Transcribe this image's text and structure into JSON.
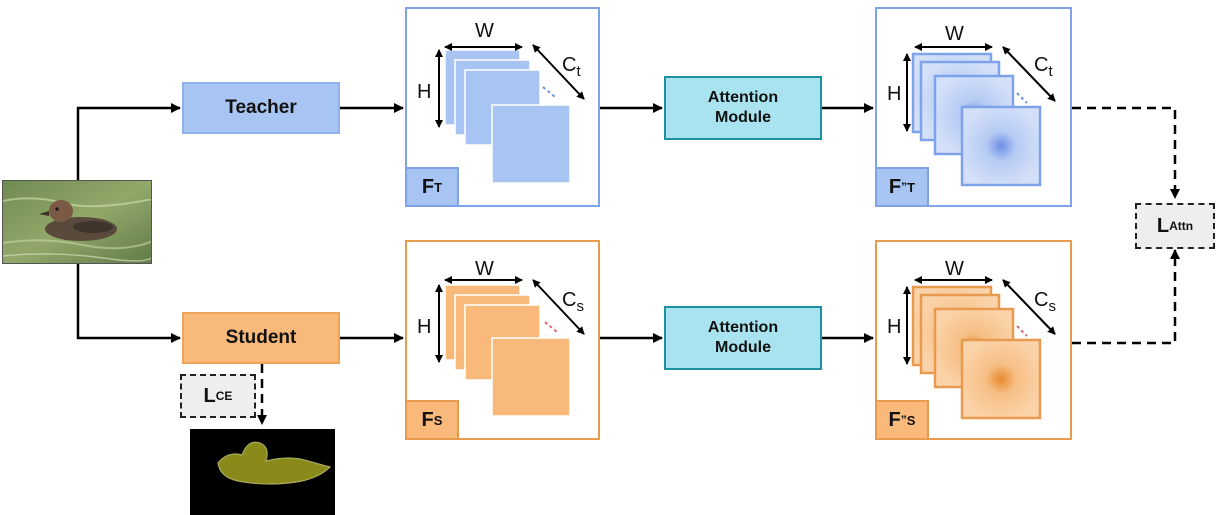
{
  "branches": {
    "teacher": {
      "label": "Teacher"
    },
    "student": {
      "label": "Student"
    }
  },
  "attention": {
    "top": {
      "line1": "Attention",
      "line2": "Module"
    },
    "bottom": {
      "line1": "Attention",
      "line2": "Module"
    }
  },
  "features": {
    "teacher": {
      "main": "F",
      "sub": "T"
    },
    "student": {
      "main": "F",
      "sub": "S"
    },
    "teacher_att": {
      "main": "F",
      "sup": "”",
      "sub": "T"
    },
    "student_att": {
      "main": "F",
      "sup": "”",
      "sub": "S"
    }
  },
  "dims": {
    "w": "W",
    "h": "H",
    "c": "C",
    "c_teacher_sub": "t",
    "c_student_sub": "s"
  },
  "losses": {
    "ce": {
      "main": "L",
      "sub": "CE"
    },
    "attn": {
      "main": "L",
      "sub": "Attn"
    }
  },
  "colors": {
    "teacher_fill": "#a8c4f2",
    "teacher_border": "#7ea3ea",
    "student_fill": "#f9b97a",
    "student_border": "#e89a4e",
    "attention_fill": "#a8e3ef",
    "attention_border": "#1e90a0",
    "segmentation_mask": "#8a8a1a"
  },
  "icons": {
    "input_image": "duck-photo",
    "output_image": "segmentation-mask"
  }
}
